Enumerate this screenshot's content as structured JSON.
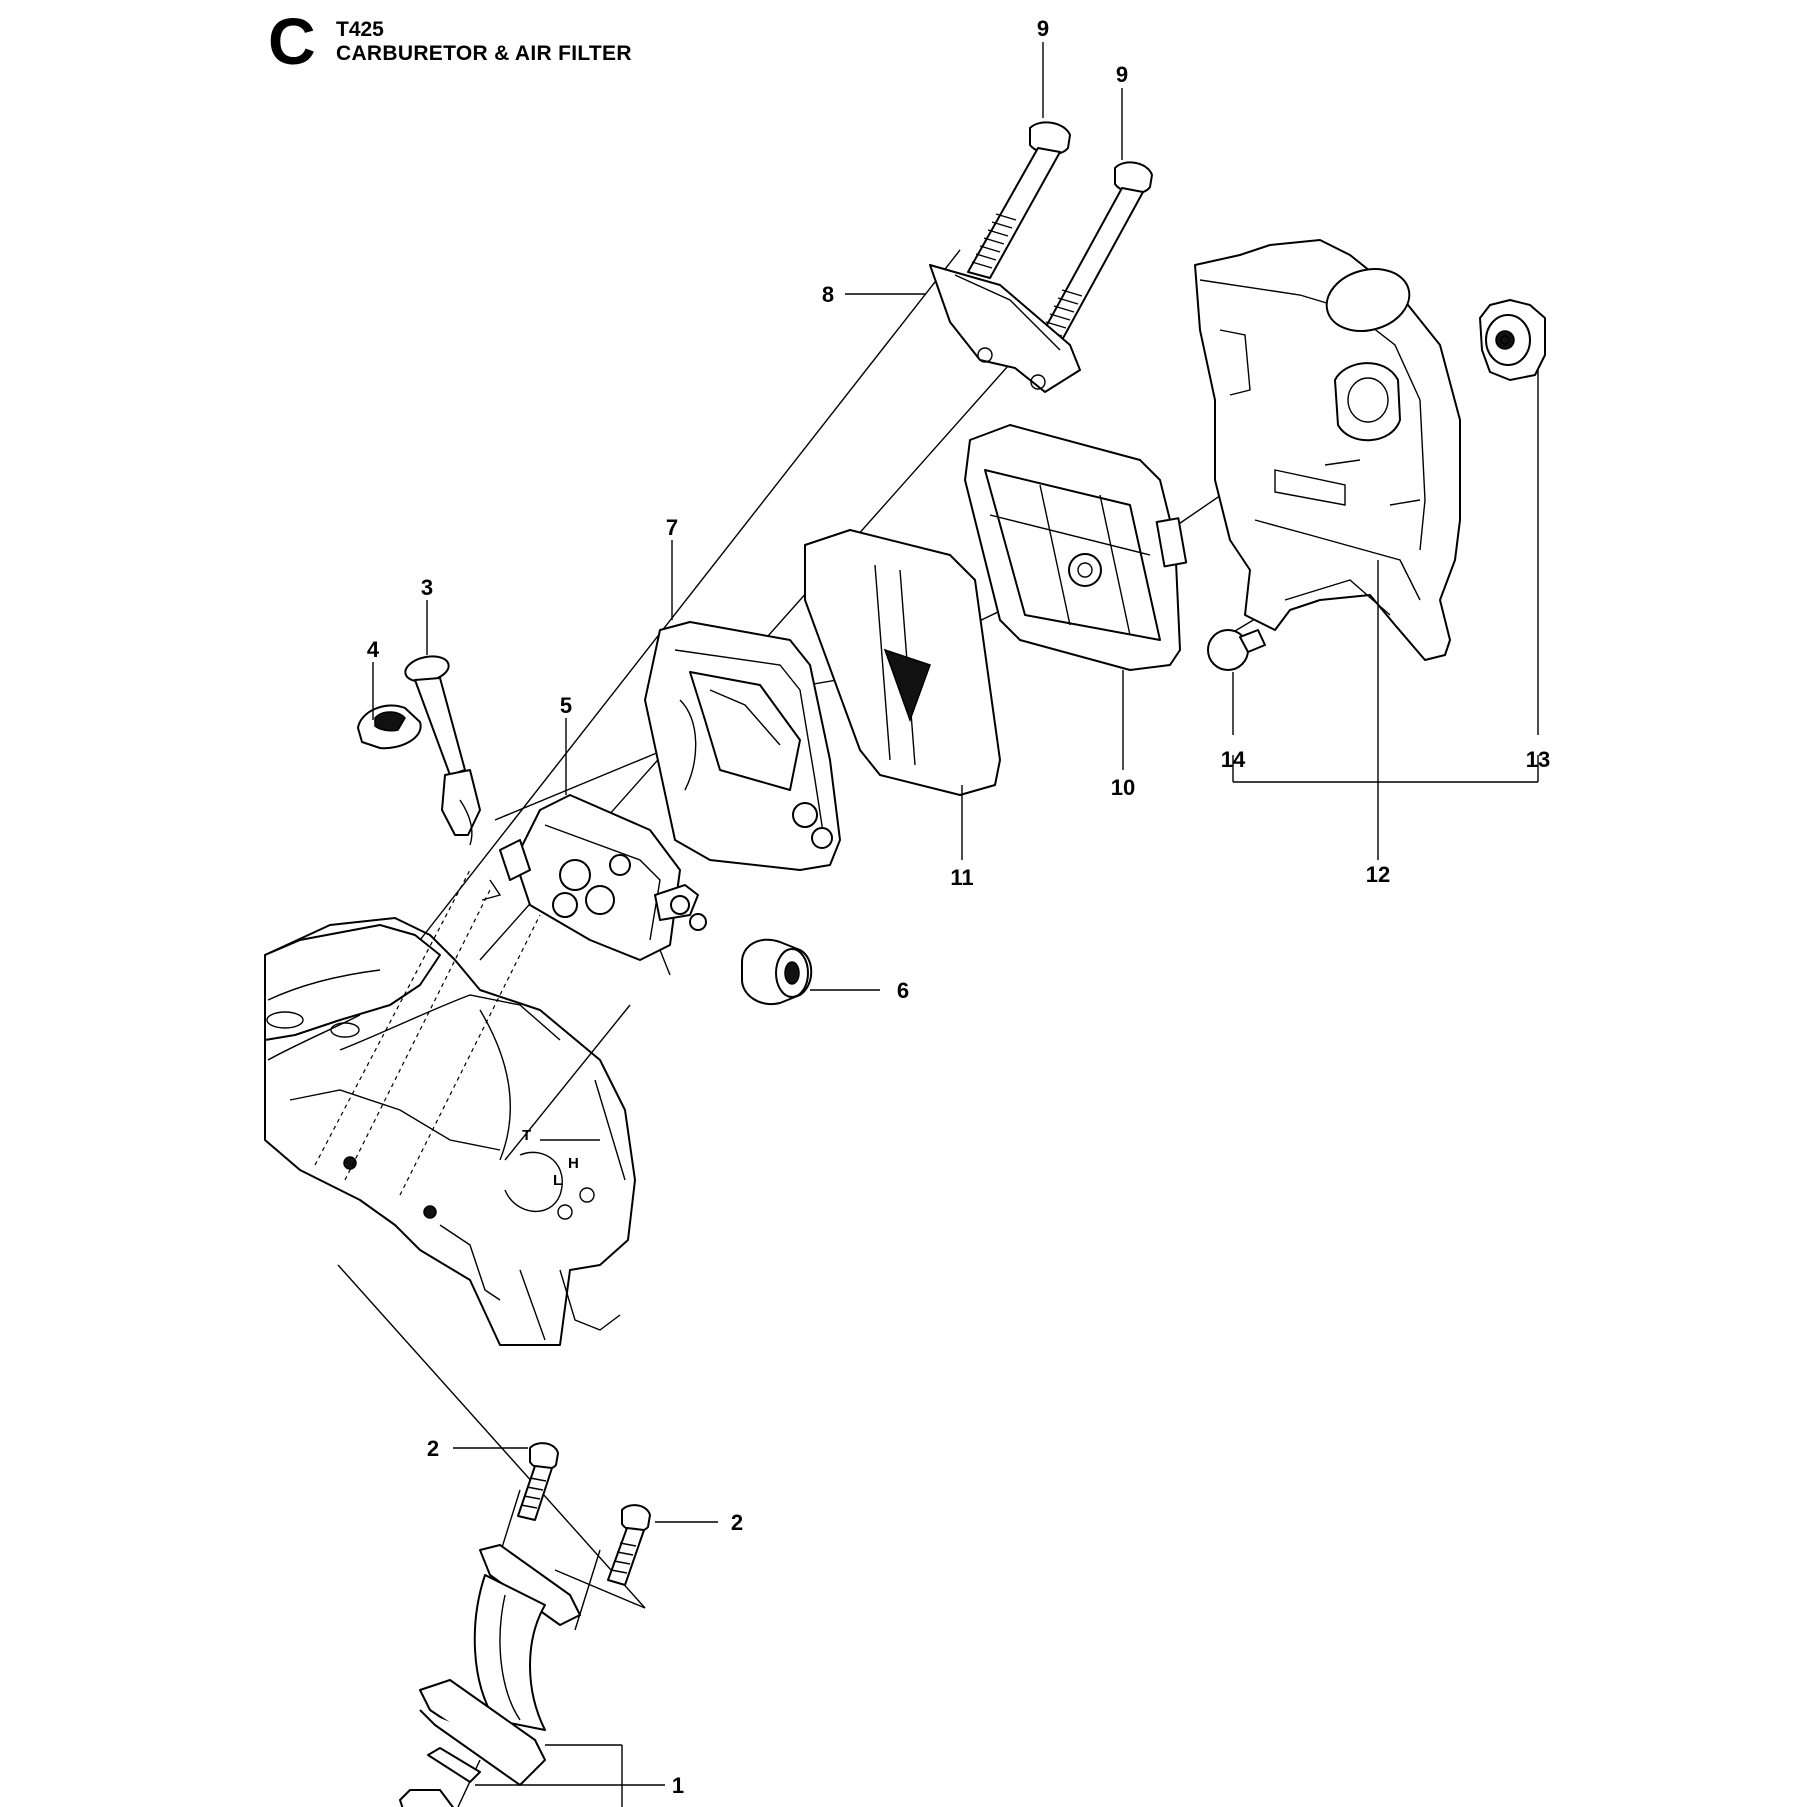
{
  "header": {
    "section_letter": "C",
    "model": "T425",
    "title": "CARBURETOR & AIR FILTER"
  },
  "callouts": {
    "c1": "1",
    "c2a": "2",
    "c2b": "2",
    "c3": "3",
    "c4": "4",
    "c5": "5",
    "c6": "6",
    "c7": "7",
    "c8": "8",
    "c9a": "9",
    "c9b": "9",
    "c10": "10",
    "c11": "11",
    "c12": "12",
    "c13": "13",
    "c14": "14"
  },
  "engraved_markings": {
    "t": "T",
    "h": "H",
    "l": "L"
  }
}
